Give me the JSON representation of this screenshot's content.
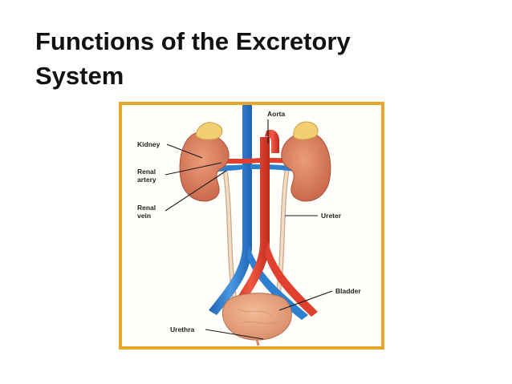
{
  "slide": {
    "title_line1": "Functions of the Excretory",
    "title_line2": "System"
  },
  "diagram": {
    "labels": {
      "aorta": "Aorta",
      "kidney": "Kidney",
      "renal_artery_line1": "Renal",
      "renal_artery_line2": "artery",
      "renal_vein_line1": "Renal",
      "renal_vein_line2": "vein",
      "ureter": "Ureter",
      "bladder": "Bladder",
      "urethra": "Urethra"
    },
    "colors": {
      "frame_border": "#e8a52b",
      "kidney": "#d9805f",
      "adrenal_gland": "#f2cf73",
      "artery": "#e0412e",
      "vein": "#2f7fd0",
      "ureter": "#ead2b8",
      "bladder": "#e9a07d"
    }
  }
}
